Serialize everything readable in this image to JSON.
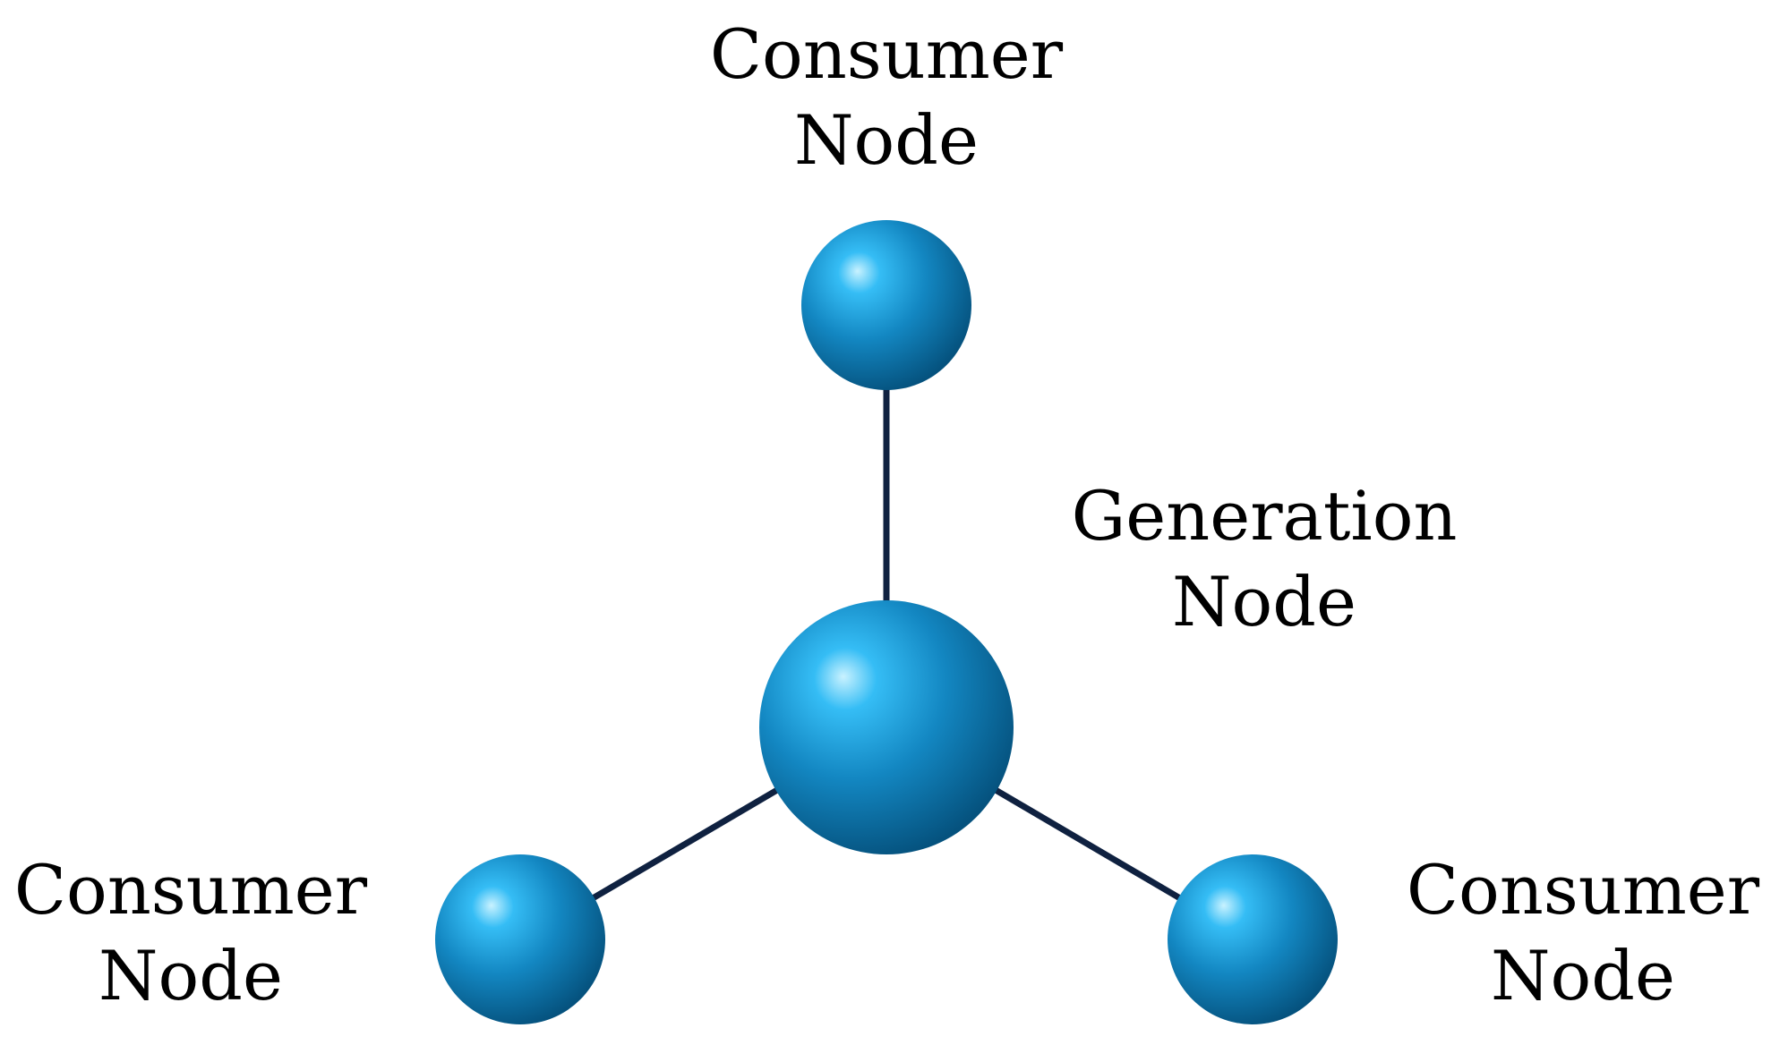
{
  "nodes": {
    "top": {
      "line1": "Consumer",
      "line2": "Node"
    },
    "center": {
      "line1": "Generation",
      "line2": "Node"
    },
    "left": {
      "line1": "Consumer",
      "line2": "Node"
    },
    "right": {
      "line1": "Consumer",
      "line2": "Node"
    }
  },
  "colors": {
    "sphere_highlight": "#c9f2ff",
    "sphere_light": "#35bdf5",
    "sphere_mid": "#1387c2",
    "sphere_dark": "#05527e",
    "edge": "#0f2140",
    "text": "#000000"
  }
}
